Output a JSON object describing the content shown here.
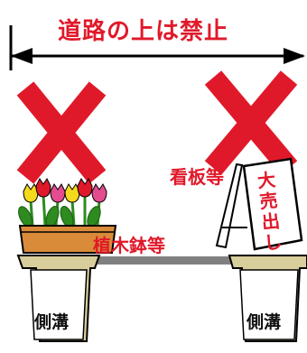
{
  "title": "道路の上は禁止",
  "labels": {
    "kanban": "看板等",
    "ueki": "植木鉢等",
    "gutter_left": "側溝",
    "gutter_right": "側溝"
  },
  "sign_text": "大売出し",
  "colors": {
    "red": "#e0192a",
    "road": "#808080",
    "concrete": "#d8ce9c",
    "planter": "#d98b3a",
    "leaf": "#2e8b1f"
  },
  "icons": [
    "prohibited-x-icon",
    "prohibited-x-icon",
    "double-arrow-icon",
    "tulip-planter-icon",
    "sale-signboard-icon"
  ]
}
